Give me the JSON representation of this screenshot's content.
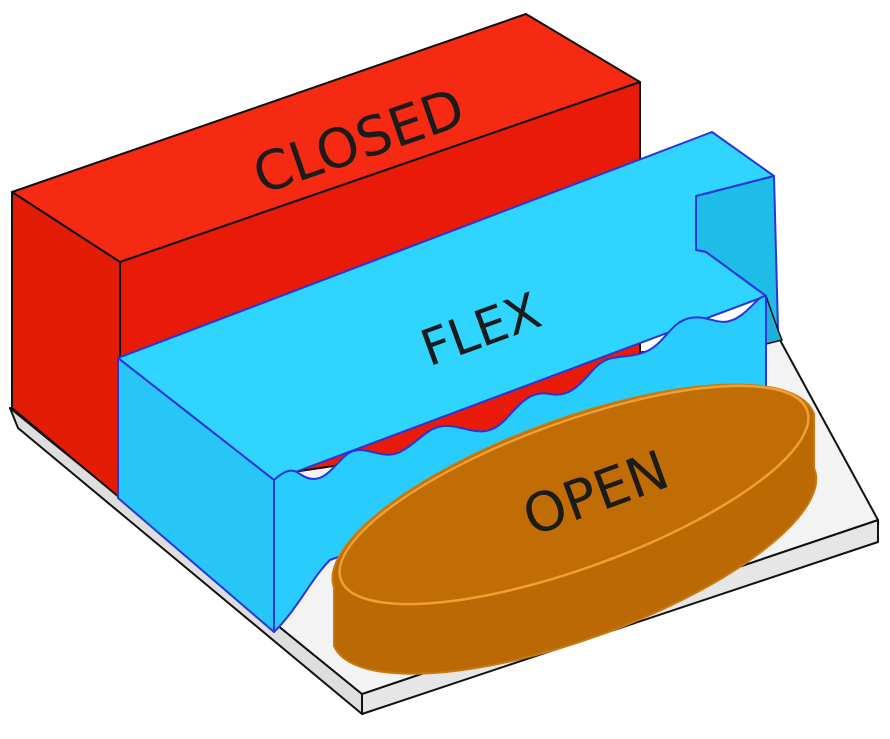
{
  "zones": {
    "closed": {
      "label": "CLOSED",
      "color": "#ea1a08"
    },
    "flex": {
      "label": "FLEX",
      "color": "#29cdfd"
    },
    "open": {
      "label": "OPEN",
      "color": "#bb6904"
    }
  },
  "base": {
    "color": "#f3f3f3"
  }
}
